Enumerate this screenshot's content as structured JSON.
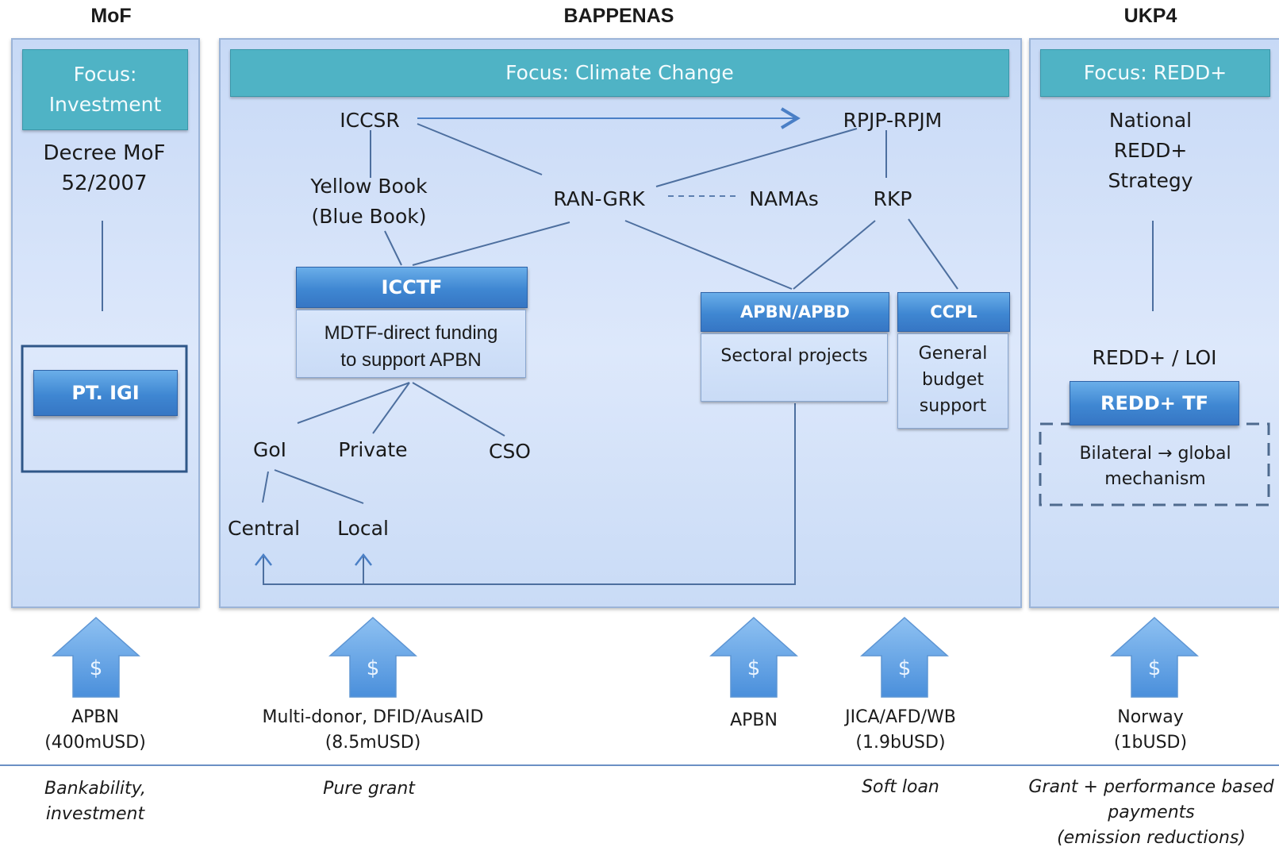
{
  "columns": {
    "mof": "MoF",
    "bappenas": "BAPPENAS",
    "ukp4": "UKP4"
  },
  "mof": {
    "focus": "Focus:\nInvestment",
    "decree": "Decree MoF\n52/2007",
    "entity": "PT. IGI"
  },
  "bappenas": {
    "focus": "Focus: Climate Change",
    "nodes": {
      "iccsr": "ICCSR",
      "rpjp": "RPJP-RPJM",
      "yellow_book": "Yellow Book\n(Blue Book)",
      "ran_grk": "RAN-GRK",
      "namas": "NAMAs",
      "rkp": "RKP",
      "goi": "GoI",
      "private": "Private",
      "cso": "CSO",
      "central": "Central",
      "local": "Local"
    },
    "icctf": {
      "title": "ICCTF",
      "desc": "MDTF-direct funding\nto support APBN"
    },
    "apbn_apbd": {
      "title": "APBN/APBD",
      "desc": "Sectoral projects"
    },
    "ccpl": {
      "title": "CCPL",
      "desc": "General\nbudget\nsupport"
    }
  },
  "ukp4": {
    "focus": "Focus: REDD+",
    "strategy": "National\nREDD+\nStrategy",
    "loi": "REDD+ / LOI",
    "tf": "REDD+ TF",
    "mechanism": "Bilateral → global\nmechanism"
  },
  "arrow_symbol": "$",
  "funding": [
    {
      "label": "APBN\n(400mUSD)"
    },
    {
      "label": "Multi-donor, DFID/AusAID\n(8.5mUSD)"
    },
    {
      "label": "APBN"
    },
    {
      "label": "JICA/AFD/WB\n(1.9bUSD)"
    },
    {
      "label": "Norway\n(1bUSD)"
    }
  ],
  "mechanisms": [
    {
      "label": "Bankability,\ninvestment"
    },
    {
      "label": "Pure grant"
    },
    {
      "label": "Soft loan"
    },
    {
      "label": "Grant + performance based\npayments\n(emission reductions)"
    }
  ],
  "colors": {
    "panel": "#c7d9f6",
    "focus_bar": "#4fb3c5",
    "button_blue": "#3f87d2",
    "line": "#3e5f8e",
    "arrow": "#5b9ee3"
  }
}
